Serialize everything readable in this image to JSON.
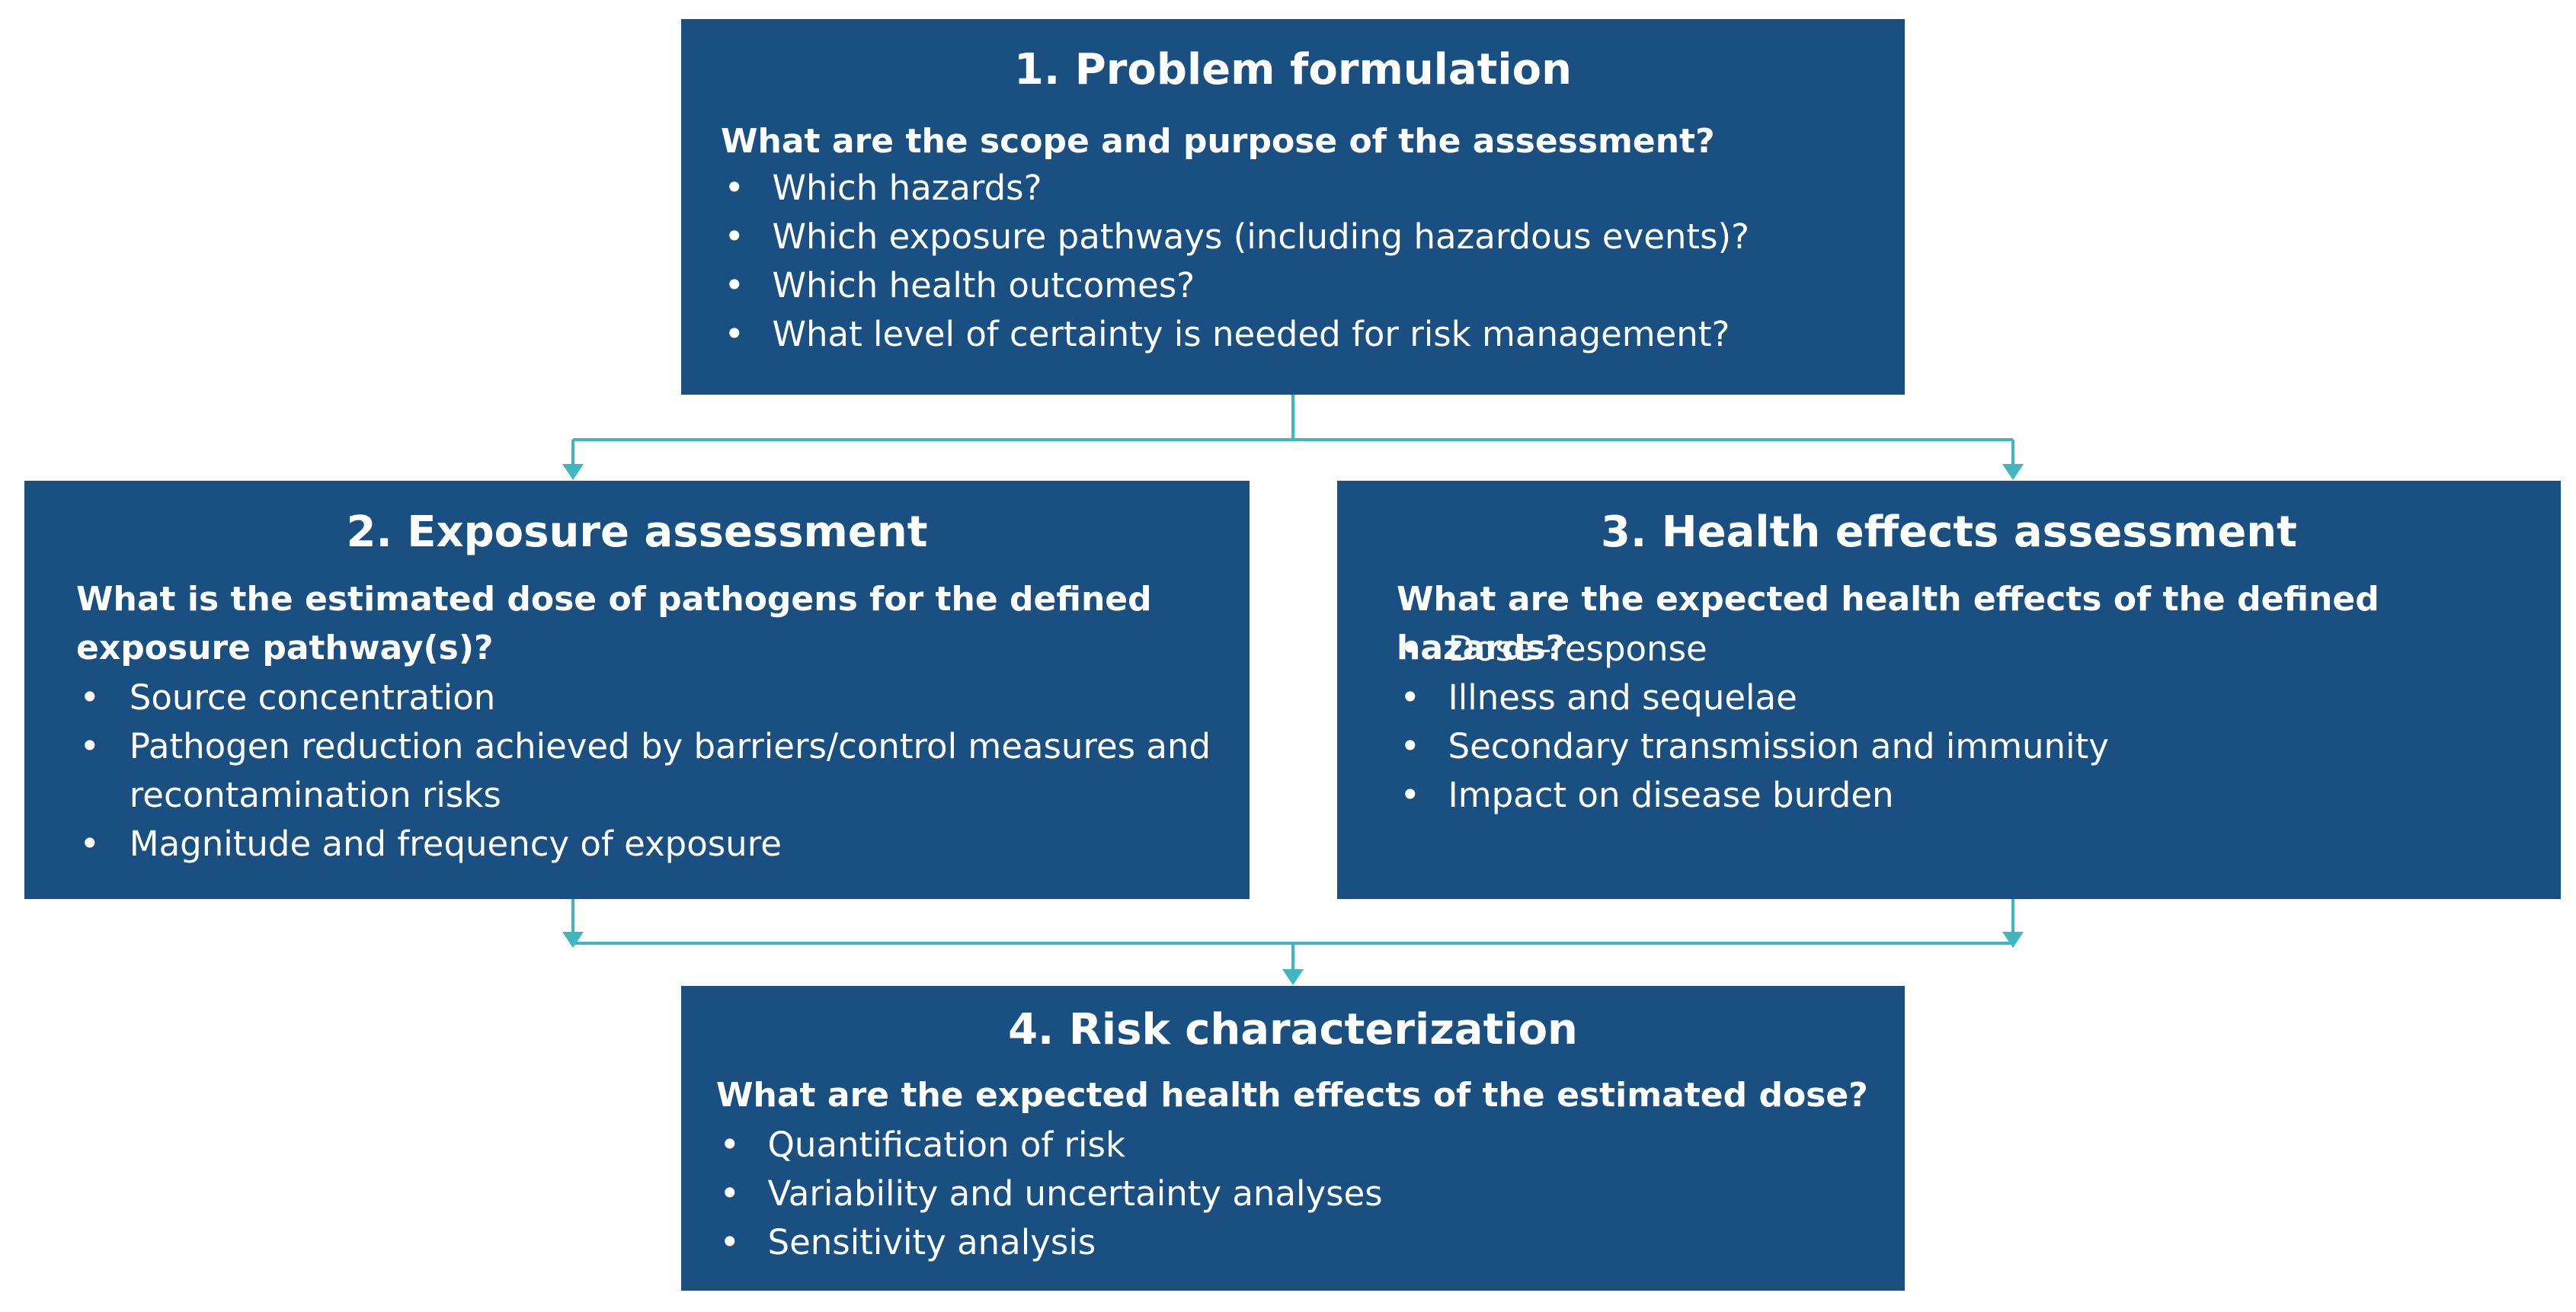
{
  "colors": {
    "box_fill": "#1a4f82",
    "box_text": "#ffffff",
    "connector": "#3fb6c0"
  },
  "boxes": [
    {
      "title": "1. Problem formulation",
      "question": "What are the scope and purpose of the assessment?",
      "bullets": [
        "Which hazards?",
        "Which exposure pathways (including hazardous events)?",
        "Which health outcomes?",
        "What level of certainty is needed for risk management?"
      ]
    },
    {
      "title": "2. Exposure assessment",
      "question": "What is the estimated dose of pathogens for the defined exposure pathway(s)?",
      "bullets": [
        "Source concentration",
        "Pathogen reduction achieved by barriers/control measures and recontamination risks",
        "Magnitude and frequency of exposure"
      ]
    },
    {
      "title": "3. Health effects assessment",
      "question": "What are the expected health effects of the defined hazards?",
      "bullets": [
        "Dose–response",
        "Illness and sequelae",
        "Secondary transmission and immunity",
        "Impact on disease burden"
      ]
    },
    {
      "title": "4. Risk characterization",
      "question": "What are the expected health effects of the estimated dose?",
      "bullets": [
        "Quantification of risk",
        "Variability and uncertainty analyses",
        "Sensitivity analysis"
      ]
    }
  ]
}
